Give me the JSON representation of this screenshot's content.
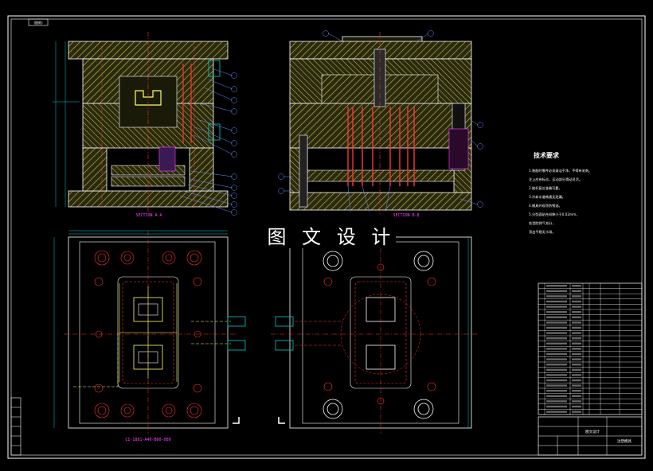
{
  "drawing": {
    "tag": "(图纸)",
    "watermark": "图 文 设 计",
    "section_a": "SECTION A-A",
    "section_b": "SECTION B-B",
    "part_code": "CI-1881-A40-B60-080"
  },
  "notes": {
    "title": "技术要求",
    "lines": [
      "1.装配时零件必须清洁干净，不得有毛刺。",
      "注上应有标志，运动部分滑动灵活。",
      "2.推杆复位准确可靠。",
      "3.冷却水道畅通无泄漏。",
      "4.模具外观涂防锈油。",
      "5.分型面贴合间隙小于0.02mm，",
      "各型腔排气充分，",
      "顶出平稳无卡滞。"
    ]
  },
  "title_block": {
    "company": "图文设计",
    "drawing_name": "注塑模具"
  },
  "colors": {
    "background": "#000000",
    "outline": "#ffffff",
    "hatch": "#c8c84a",
    "centerline": "#ff3333",
    "cooling": "#00cccc",
    "label": "#ff44ff",
    "callout": "#6b8cff"
  }
}
